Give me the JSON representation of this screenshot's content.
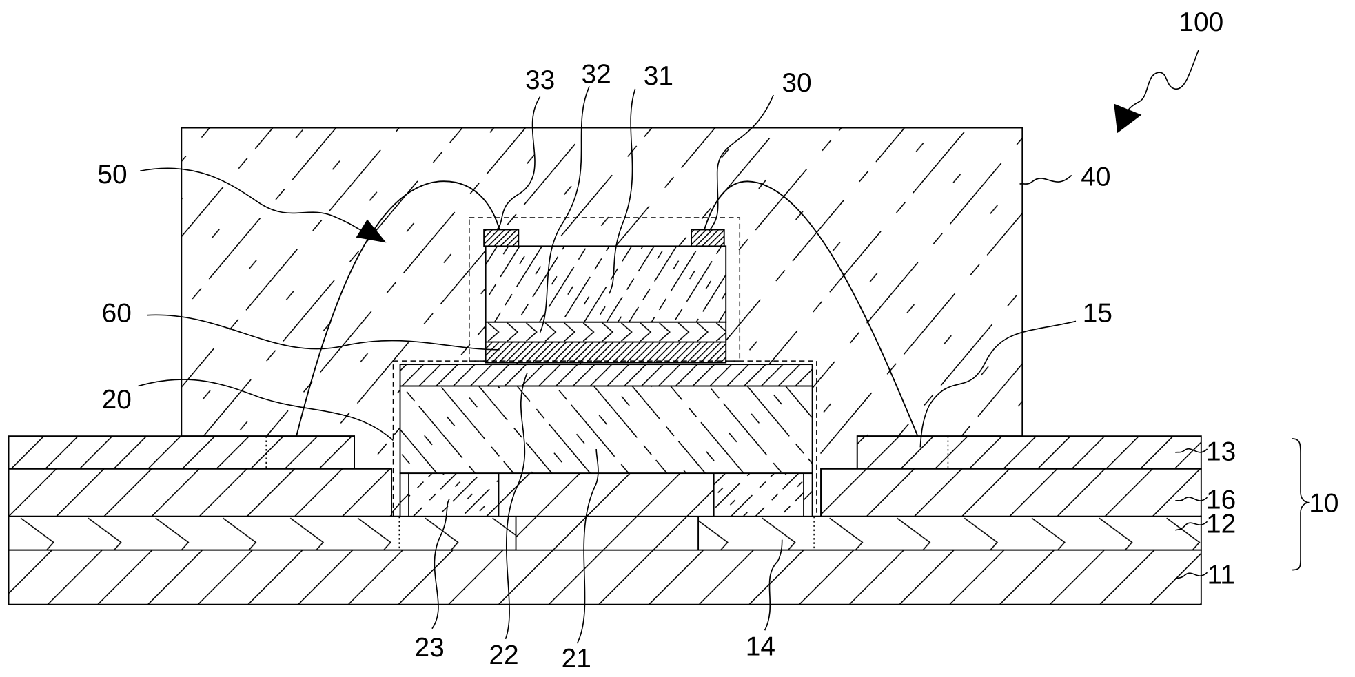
{
  "colors": {
    "line": "#000000",
    "background": "#ffffff"
  },
  "labels": {
    "n100": "100",
    "n33": "33",
    "n32": "32",
    "n31": "31",
    "n30": "30",
    "n50": "50",
    "n40": "40",
    "n60": "60",
    "n15": "15",
    "n20": "20",
    "n13": "13",
    "n16": "16",
    "n12": "12",
    "n11": "11",
    "n10": "10",
    "n23": "23",
    "n22": "22",
    "n21": "21",
    "n14": "14"
  }
}
